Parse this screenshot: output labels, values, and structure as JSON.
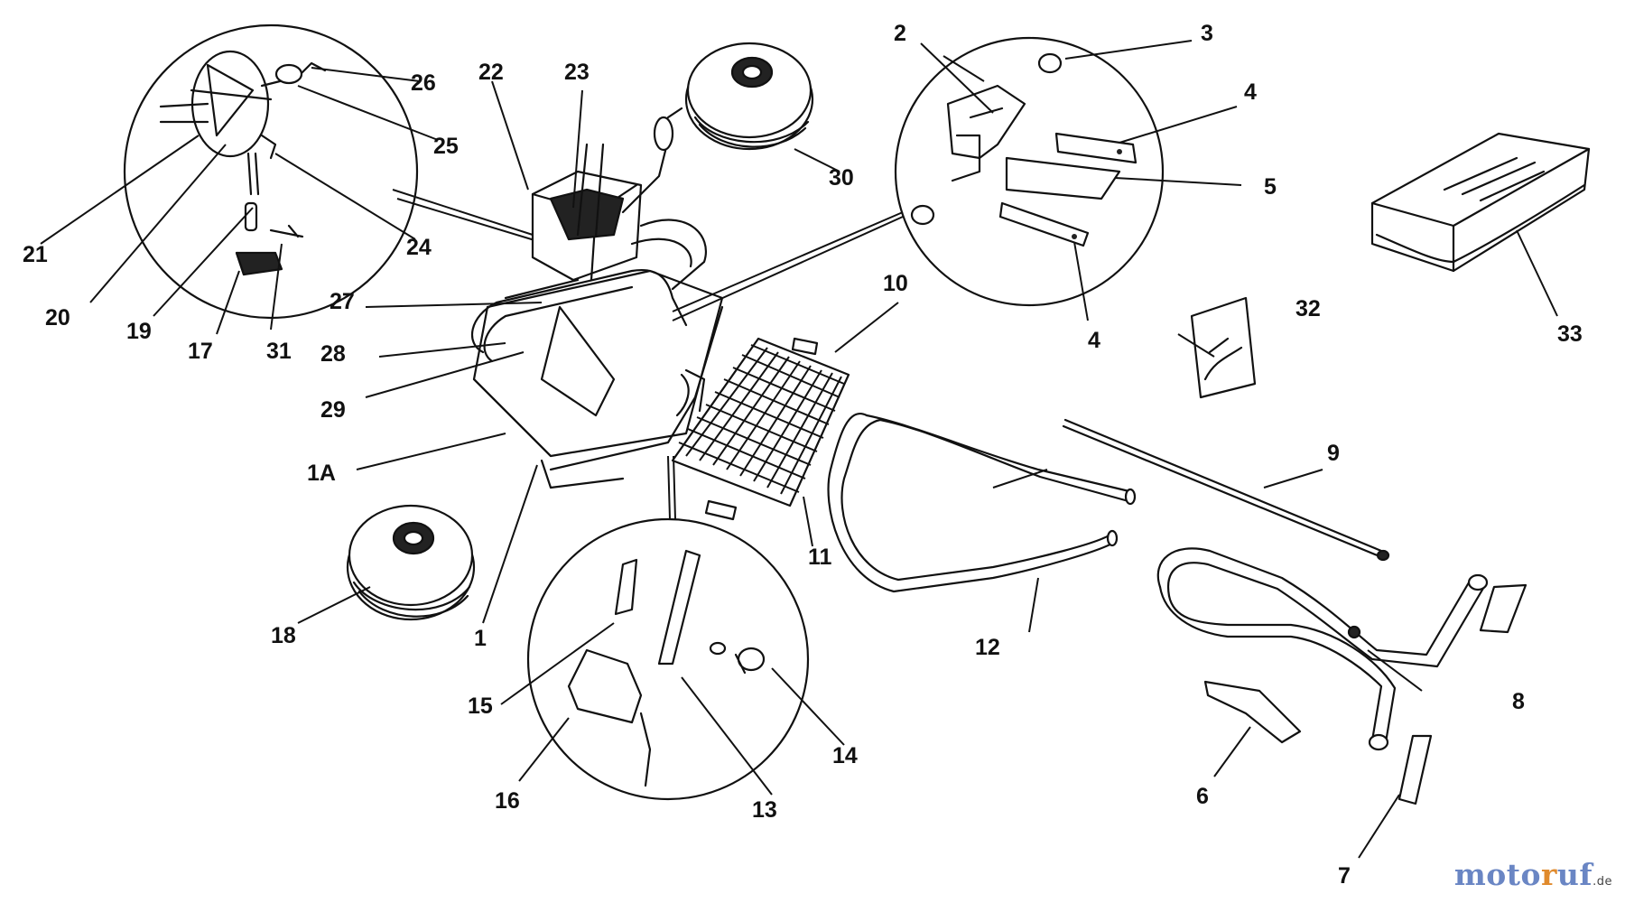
{
  "diagram": {
    "labels": {
      "l1": "1",
      "l1a": "1A",
      "l2": "2",
      "l3": "3",
      "l4a": "4",
      "l4b": "4",
      "l5": "5",
      "l6": "6",
      "l7": "7",
      "l8": "8",
      "l9": "9",
      "l10": "10",
      "l11": "11",
      "l12": "12",
      "l13": "13",
      "l14": "14",
      "l15": "15",
      "l16": "16",
      "l17": "17",
      "l18": "18",
      "l19": "19",
      "l20": "20",
      "l21": "21",
      "l22": "22",
      "l23": "23",
      "l24": "24",
      "l25": "25",
      "l26": "26",
      "l27": "27",
      "l28": "28",
      "l29": "29",
      "l30": "30",
      "l31": "31",
      "l32": "32",
      "l33": "33"
    }
  },
  "watermark": {
    "part1": "moto",
    "part2": "r",
    "part3": "uf",
    "suffix": ".de"
  },
  "colors": {
    "ink": "#111111",
    "watermark_blue": "#6a86c4",
    "watermark_orange": "#e08a2c"
  }
}
